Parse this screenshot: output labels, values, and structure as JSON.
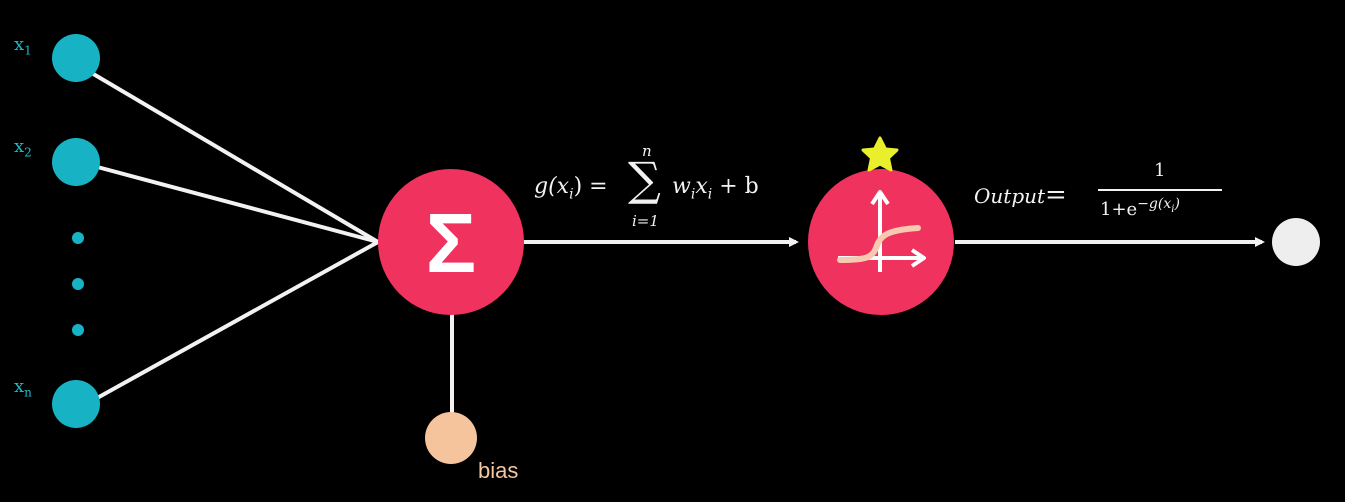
{
  "inputs": [
    {
      "base": "x",
      "sub": "1"
    },
    {
      "base": "x",
      "sub": "2"
    },
    {
      "base": "x",
      "sub": "n"
    }
  ],
  "bias_label": "bias",
  "summation_symbol": "Σ",
  "formula": {
    "lhs": "g(x",
    "lhs_sub": "i",
    "lhs_close": ") =",
    "sum_upper": "n",
    "sum_lower": "i=1",
    "term": "w",
    "term_sub1": "i",
    "term_x": "x",
    "term_sub2": "i",
    "tail": "+ b"
  },
  "output": {
    "label": "Output",
    "equals": "=",
    "numerator": "1",
    "denominator_base": "1+e",
    "denominator_exp": "−g(x",
    "denominator_exp_sub": "i",
    "denominator_exp_close": ")"
  },
  "colors": {
    "background": "#000000",
    "input_node": "#17b3c4",
    "neuron": "#f0325f",
    "bias_node": "#f5c49c",
    "output_node": "#eeeeee",
    "line": "#f2f2f2",
    "star": "#e9ef2a"
  }
}
